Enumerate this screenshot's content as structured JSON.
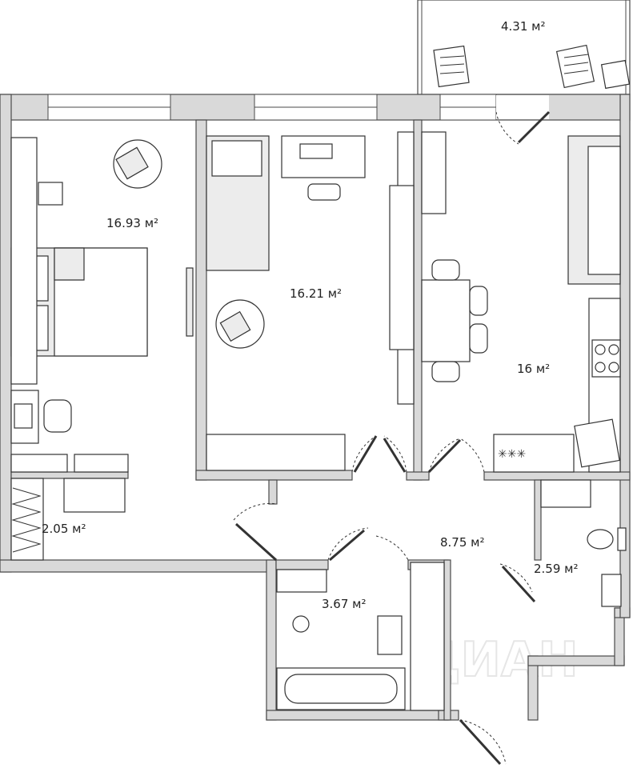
{
  "plan": {
    "watermark": "ЦИАН",
    "colors": {
      "wall": "#d9d9d9",
      "outline": "#4a4a4a",
      "furniture": "#ececec"
    },
    "rooms": [
      {
        "id": "balcony",
        "area": "4.31 м²"
      },
      {
        "id": "bedroom",
        "area": "16.93 м²"
      },
      {
        "id": "room2",
        "area": "16.21 м²"
      },
      {
        "id": "kitchen-living",
        "area": "16 м²"
      },
      {
        "id": "storage",
        "area": "2.05 м²"
      },
      {
        "id": "hallway",
        "area": "8.75 м²"
      },
      {
        "id": "toilet",
        "area": "2.59 м²"
      },
      {
        "id": "bathroom",
        "area": "3.67 м²"
      }
    ]
  }
}
